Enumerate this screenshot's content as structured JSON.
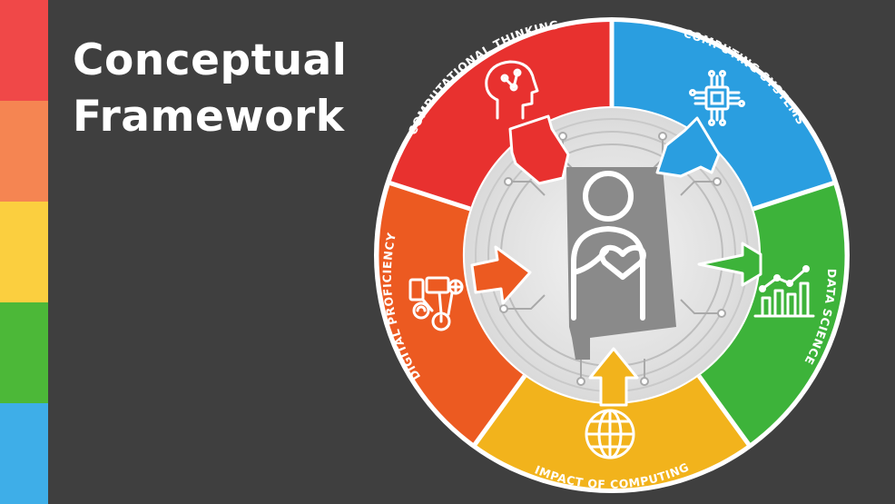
{
  "title": {
    "line1": "Conceptual",
    "line2": "Framework"
  },
  "side_bar_colors": [
    "#f04848",
    "#f58552",
    "#fbcf3f",
    "#4cb838",
    "#3eaee8"
  ],
  "segments": [
    {
      "label": "COMPUTATIONAL THINKING",
      "icon": "brain-head-icon",
      "color": "#e8312f"
    },
    {
      "label": "COMPUTING SYSTEMS",
      "icon": "microchip-icon",
      "color": "#2a9ee0"
    },
    {
      "label": "DATA SCIENCE",
      "icon": "bar-chart-icon",
      "color": "#3db33a"
    },
    {
      "label": "IMPACT OF COMPUTING",
      "icon": "globe-icon",
      "color": "#f2b31c"
    },
    {
      "label": "DIGITAL PROFICIENCY",
      "icon": "devices-icon",
      "color": "#ec5a21"
    }
  ],
  "center_icon": "person-heart-on-alabama-map-icon"
}
